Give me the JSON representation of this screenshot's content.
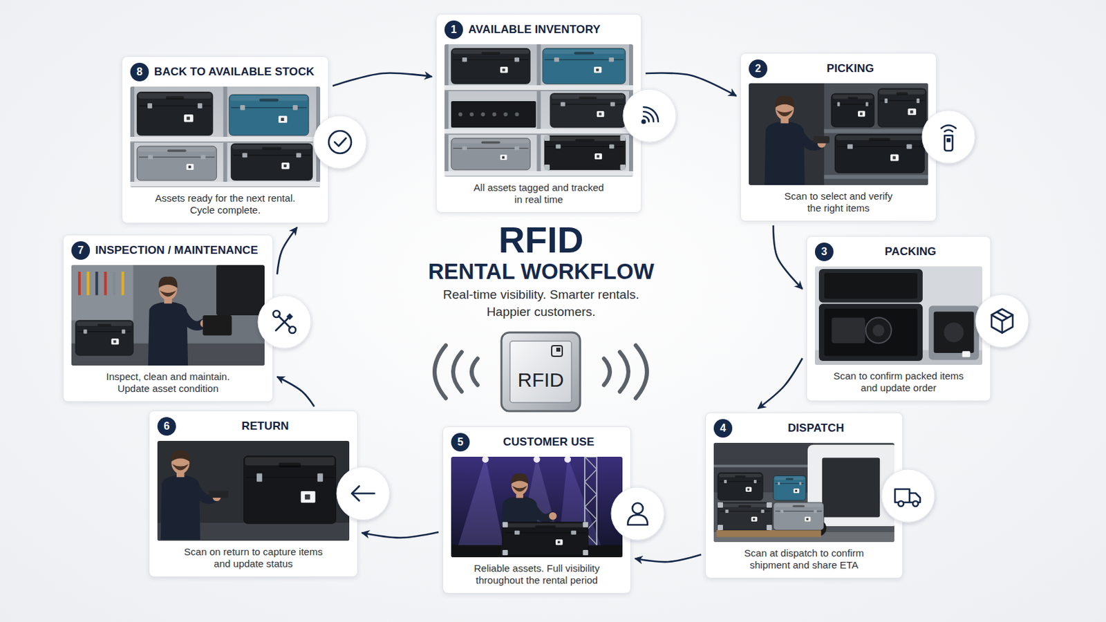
{
  "diagram": {
    "title": "RFID",
    "caption": "Real-time visibility. Smarter rentals. Happier customers.",
    "nodes": [
      {
        "text": [
          "1",
          "AVAILABLE INVENTORY",
          "All assets tagged and tracked in real time"
        ]
      },
      {
        "text": [
          "2",
          "PICKING",
          "Scan to select and verify the right items"
        ]
      },
      {
        "text": [
          "3",
          "PACKING",
          "Scan to confirm packed items and update order"
        ]
      },
      {
        "text": [
          "4",
          "DISPATCH",
          "Scan at dispatch to confirm shipment and share ETA"
        ]
      },
      {
        "text": [
          "5",
          "CUSTOMER USE",
          "Reliable assets. Full visibility throughout the rental period"
        ]
      },
      {
        "text": [
          "6",
          "RETURN",
          "Scan on return to capture items and update status"
        ]
      },
      {
        "text": [
          "7",
          "INSPECTION / MAINTENANCE",
          "Inspect, clean and maintain. Update asset condition"
        ]
      },
      {
        "text": [
          "8",
          "BACK TO AVAILABLE STOCK",
          "Assets ready for the next rental. Cycle complete."
        ]
      },
      {
        "text": [
          "RFID"
        ]
      }
    ],
    "edges": [
      {
        "from": 0,
        "to": 1,
        "arrow": "to"
      },
      {
        "from": 1,
        "to": 2,
        "arrow": "to"
      },
      {
        "from": 2,
        "to": 3,
        "arrow": "to"
      },
      {
        "from": 3,
        "to": 4,
        "arrow": "to"
      },
      {
        "from": 4,
        "to": 5,
        "arrow": "to"
      },
      {
        "from": 5,
        "to": 6,
        "arrow": "to"
      },
      {
        "from": 6,
        "to": 7,
        "arrow": "to"
      },
      {
        "from": 7,
        "to": 0,
        "arrow": "to"
      }
    ],
    "labels": [
      "RENTAL WORKFLOW"
    ]
  }
}
